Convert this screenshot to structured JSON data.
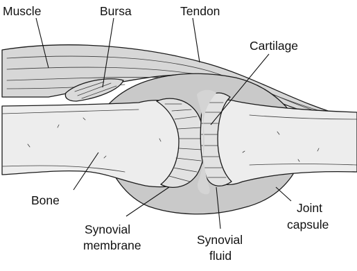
{
  "labels": {
    "muscle": "Muscle",
    "bursa": "Bursa",
    "tendon": "Tendon",
    "cartilage": "Cartilage",
    "bone": "Bone",
    "synovial_membrane_1": "Synovial",
    "synovial_membrane_2": "membrane",
    "synovial_fluid_1": "Synovial",
    "synovial_fluid_2": "fluid",
    "joint_capsule_1": "Joint",
    "joint_capsule_2": "capsule"
  },
  "colors": {
    "bone": "#ededed",
    "capsule_fill": "#c9c9c9",
    "muscle": "#d7d7d7",
    "cartilage": "#e2e2e2",
    "outline": "#1a1a1a"
  }
}
